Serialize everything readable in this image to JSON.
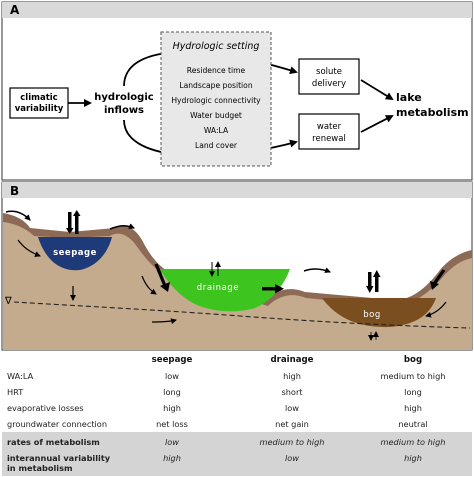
{
  "panel_a": {
    "label": "A",
    "climatic": [
      "climatic",
      "variability"
    ],
    "inflows": [
      "hydrologic",
      "inflows"
    ],
    "setting_title": "Hydrologic setting",
    "setting_items": [
      "Residence time",
      "Landscape position",
      "Hydrologic connectivity",
      "Water budget",
      "WA:LA",
      "Land cover"
    ],
    "solute": [
      "solute",
      "delivery"
    ],
    "renewal": [
      "water",
      "renewal"
    ],
    "metabolism": [
      "lake",
      "metabolism"
    ]
  },
  "panel_b": {
    "label": "B",
    "lakes": [
      "seepage",
      "drainage",
      "bog"
    ],
    "water_table_symbol": "∇",
    "colors": {
      "seepage": "#1e3a78",
      "drainage": "#3ec41f",
      "bog": "#7a4e1e",
      "soil": "#c4ab8d",
      "soil_dark": "#8c6a55"
    }
  },
  "table": {
    "headers": [
      "",
      "seepage",
      "drainage",
      "bog"
    ],
    "rows": [
      {
        "label": "WA:LA",
        "values": [
          "low",
          "high",
          "medium to high"
        ]
      },
      {
        "label": "HRT",
        "values": [
          "long",
          "short",
          "long"
        ]
      },
      {
        "label": "evaporative losses",
        "values": [
          "high",
          "low",
          "high"
        ]
      },
      {
        "label": "groundwater connection",
        "values": [
          "net loss",
          "net gain",
          "neutral"
        ]
      }
    ],
    "shaded_rows": [
      {
        "label": "rates of metabolism",
        "values": [
          "low",
          "medium to high",
          "medium to high"
        ]
      },
      {
        "label": "interannual variability\nin metabolism",
        "values": [
          "high",
          "low",
          "high"
        ]
      }
    ]
  }
}
